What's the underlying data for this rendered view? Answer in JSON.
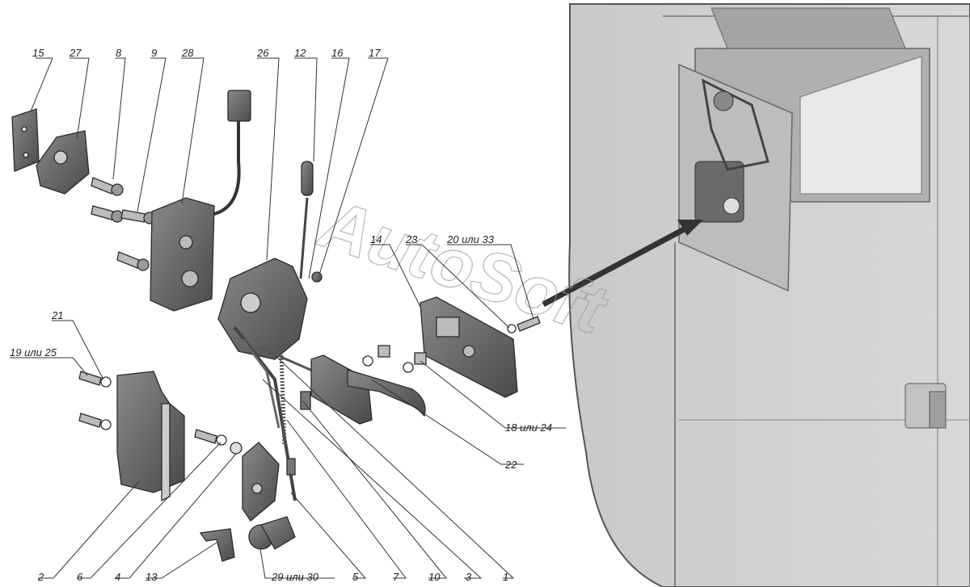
{
  "watermark": "AutoSoft",
  "callouts": [
    {
      "id": "15",
      "text": "15"
    },
    {
      "id": "27",
      "text": "27"
    },
    {
      "id": "8",
      "text": "8"
    },
    {
      "id": "9",
      "text": "9"
    },
    {
      "id": "28",
      "text": "28"
    },
    {
      "id": "26",
      "text": "26"
    },
    {
      "id": "12",
      "text": "12"
    },
    {
      "id": "16",
      "text": "16"
    },
    {
      "id": "17",
      "text": "17"
    },
    {
      "id": "14",
      "text": "14"
    },
    {
      "id": "23",
      "text": "23"
    },
    {
      "id": "20o33",
      "text": "20 или 33"
    },
    {
      "id": "21",
      "text": "21"
    },
    {
      "id": "19o25",
      "text": "19 или 25"
    },
    {
      "id": "18o24",
      "text": "18 или 24"
    },
    {
      "id": "22",
      "text": "22"
    },
    {
      "id": "2",
      "text": "2"
    },
    {
      "id": "6",
      "text": "6"
    },
    {
      "id": "4",
      "text": "4"
    },
    {
      "id": "13",
      "text": "13"
    },
    {
      "id": "29o30",
      "text": "29 или 30"
    },
    {
      "id": "5",
      "text": "5"
    },
    {
      "id": "7",
      "text": "7"
    },
    {
      "id": "10",
      "text": "10"
    },
    {
      "id": "3",
      "text": "3"
    },
    {
      "id": "1",
      "text": "1"
    }
  ]
}
